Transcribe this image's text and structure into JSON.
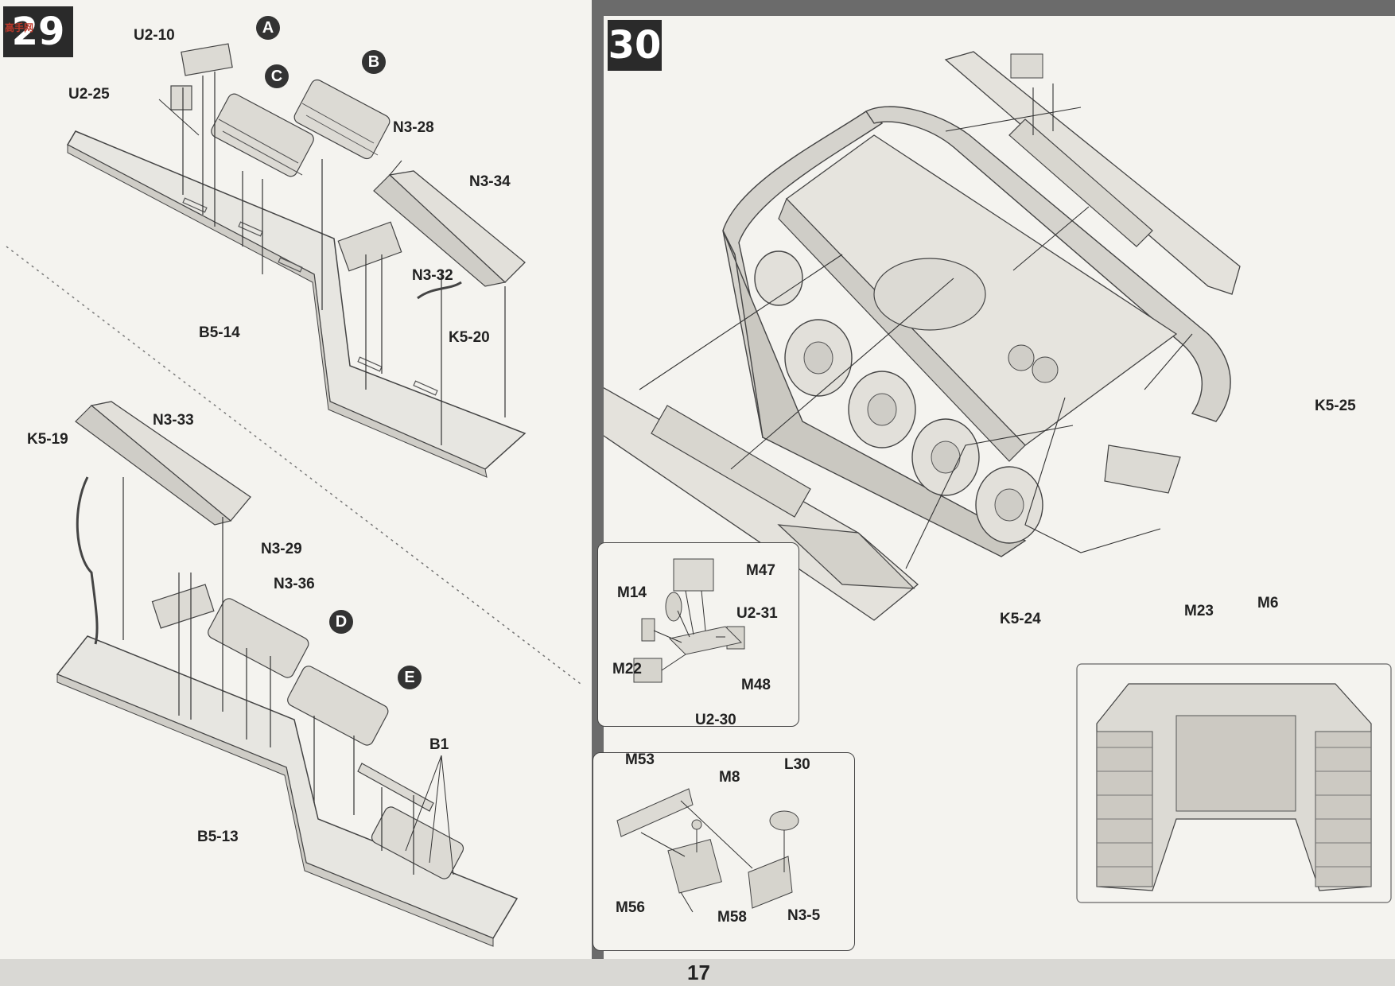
{
  "page_number": "17",
  "watermark": "高手网",
  "step29": {
    "number": "29",
    "labels": {
      "u2_10": "U2-10",
      "u2_25": "U2-25",
      "n3_28": "N3-28",
      "n3_34": "N3-34",
      "n3_32": "N3-32",
      "k5_20": "K5-20",
      "b5_14": "B5-14",
      "k5_19": "K5-19",
      "n3_33": "N3-33",
      "n3_29": "N3-29",
      "n3_36": "N3-36",
      "b1": "B1",
      "b5_13": "B5-13"
    },
    "callouts": [
      "A",
      "B",
      "C",
      "D",
      "E"
    ]
  },
  "step30": {
    "number": "30",
    "labels": {
      "k5_25": "K5-25",
      "k5_24": "K5-24",
      "m23": "M23",
      "m6": "M6"
    },
    "inset1": {
      "m47": "M47",
      "m14": "M14",
      "u2_31": "U2-31",
      "m22": "M22",
      "m48": "M48",
      "u2_30": "U2-30"
    },
    "inset2": {
      "m53": "M53",
      "m8": "M8",
      "l30": "L30",
      "m56": "M56",
      "m58": "M58",
      "n3_5": "N3-5"
    }
  }
}
